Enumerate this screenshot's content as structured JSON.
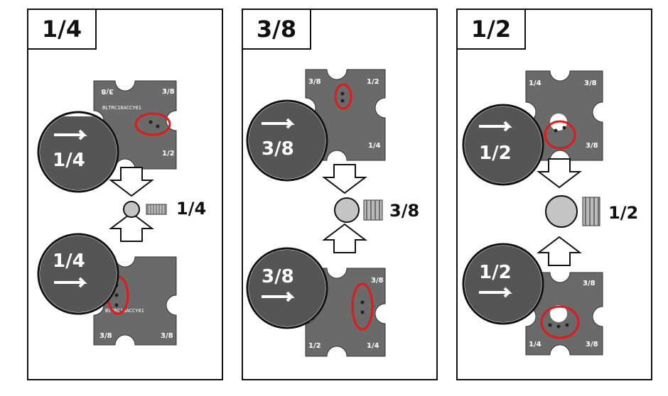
{
  "colors": {
    "plate": "#6a6a6a",
    "zoom": "#555555",
    "highlight": "#e0191b",
    "bushing": "#c4c4c4"
  },
  "panels": [
    {
      "title": "1/4",
      "size_label": "1/4",
      "zoom_label": "1/4"
    },
    {
      "title": "3/8",
      "size_label": "3/8",
      "zoom_label": "3/8"
    },
    {
      "title": "1/2",
      "size_label": "1/2",
      "zoom_label": "1/2"
    }
  ]
}
